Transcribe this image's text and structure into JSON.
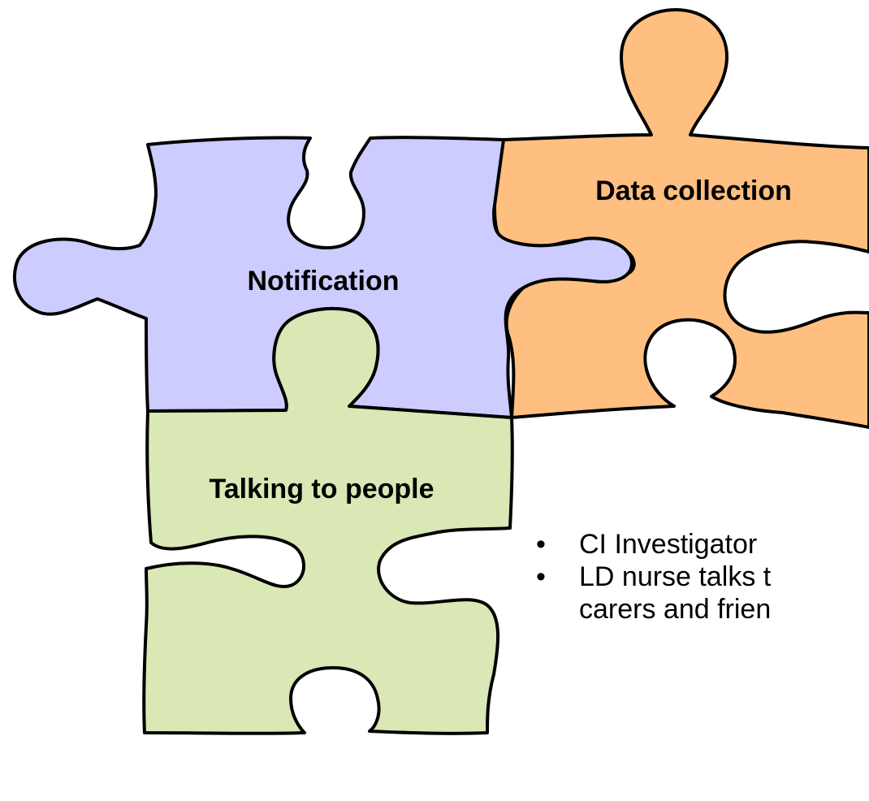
{
  "pieces": {
    "notification": {
      "label": "Notification",
      "color": "#ccccff"
    },
    "data_collection": {
      "label": "Data collection",
      "color": "#ffbf80"
    },
    "talking": {
      "label": "Talking to people",
      "color": "#d9e8b4"
    }
  },
  "bullets": [
    {
      "line1": "CI Investigator"
    },
    {
      "line1": "LD nurse talks t",
      "line2": "carers and frien"
    }
  ],
  "colors": {
    "outline": "#000000",
    "text": "#000000"
  }
}
